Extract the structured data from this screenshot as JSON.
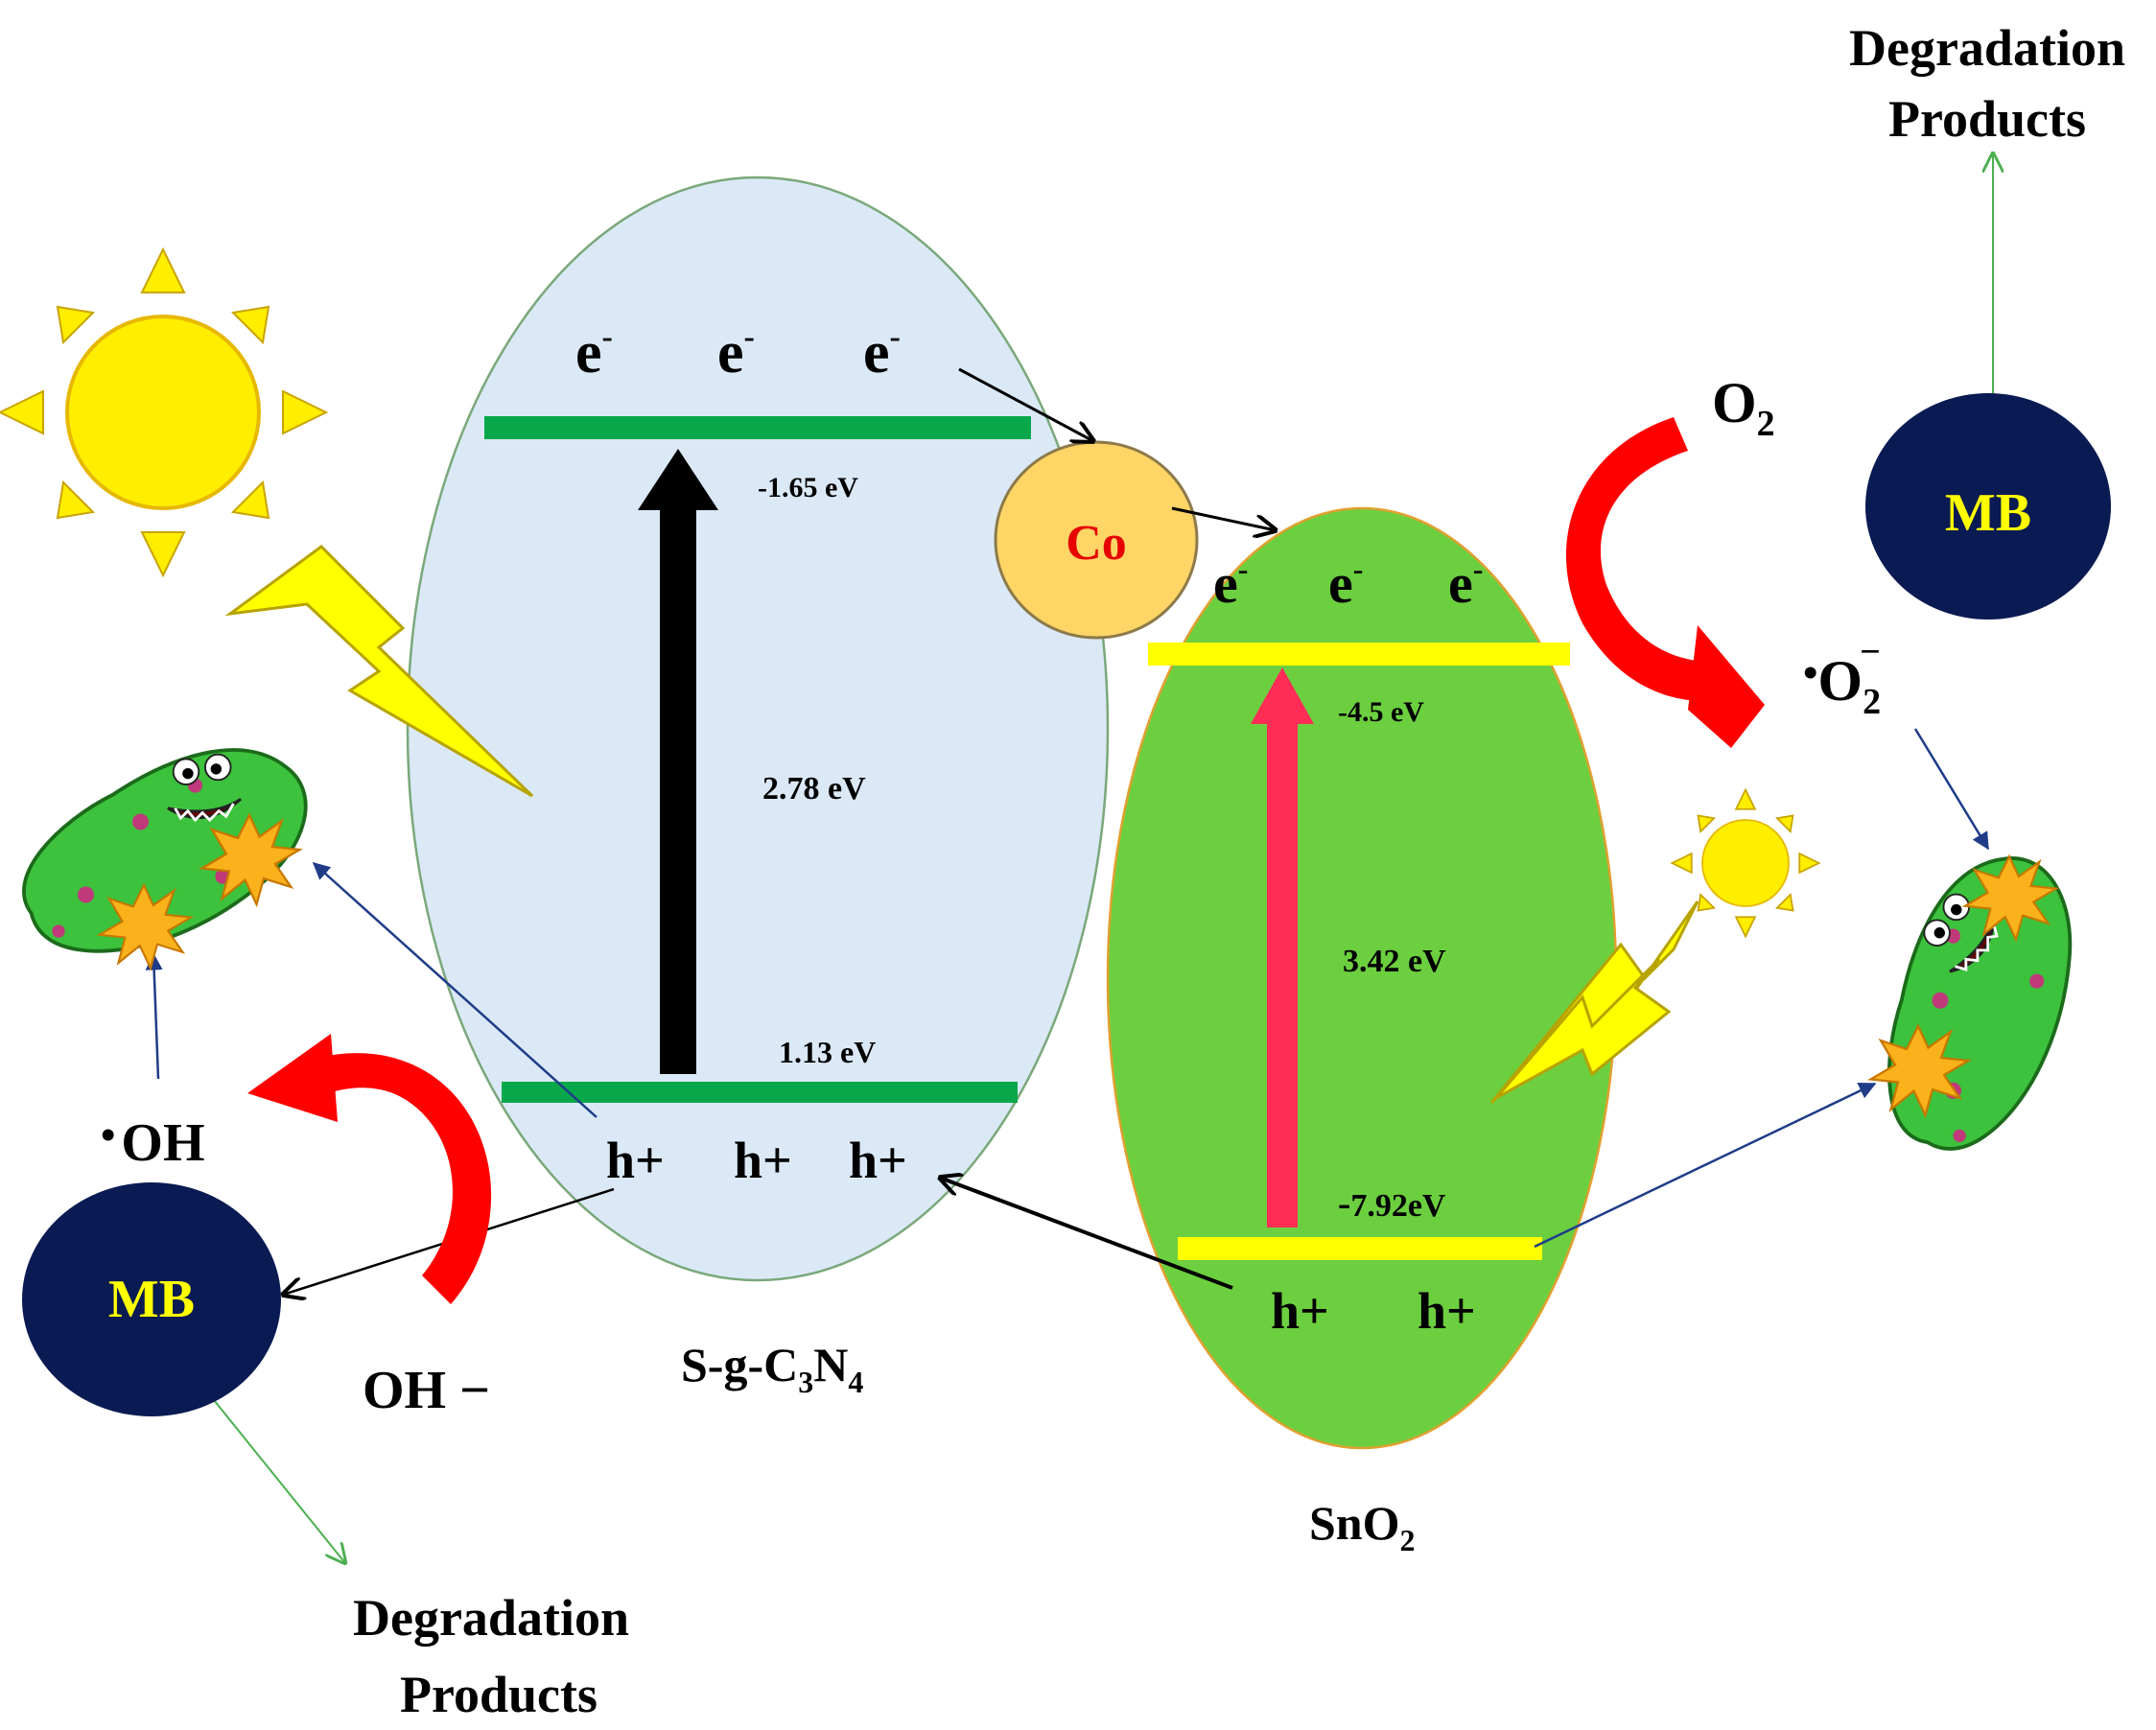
{
  "colors": {
    "blue_ellipse": "#dbe9f7",
    "green_ellipse": "#6ccf3f",
    "green_band": "#08a84a",
    "yellow_band": "#ffff00",
    "red_arrow": "#ff0000",
    "pink_arrow": "#ff2d55",
    "sun_yellow": "#ffee00",
    "mb_navy": "#0a1a52",
    "mb_text": "#ffff00",
    "co_fill": "#ffd566",
    "co_text": "#e60000"
  },
  "icons": [
    "sun-icon",
    "lightning-icon",
    "bacteria-icon",
    "splat-icon"
  ],
  "labels": {
    "electron": "e",
    "electron_sup": "-",
    "hole": "h+",
    "co": "Co",
    "mb": "MB",
    "o2": "O",
    "o2_sub": "2",
    "superoxide": "O",
    "superoxide_sub": "2",
    "superoxide_sup": "−",
    "radical_dot": "•",
    "oh_radical": "OH",
    "oh_minus": "OH −",
    "degradation_line1": "Degradation",
    "degradation_line2": "Products"
  },
  "sgcn": {
    "name_main": "S-g-C",
    "sub3": "3",
    "n": "N",
    "sub4": "4",
    "cb": "-1.65 eV",
    "bandgap": "2.78 eV",
    "vb": "1.13 eV"
  },
  "sno2": {
    "name_main": "SnO",
    "name_sub": "2",
    "cb": "-4.5 eV",
    "bandgap": "3.42 eV",
    "vb_prefix": "-",
    "vb": "7.92eV"
  }
}
